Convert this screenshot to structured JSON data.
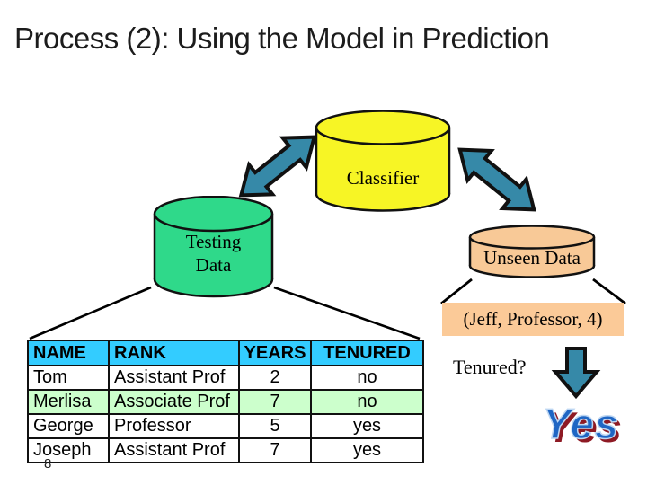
{
  "slide": {
    "title": "Process (2): Using the Model in Prediction",
    "page_number": "8",
    "background": "#ffffff"
  },
  "diagram": {
    "classifier": {
      "label": "Classifier",
      "fill": "#f7f525"
    },
    "testing_data": {
      "label": "Testing Data",
      "fill": "#2fd98a"
    },
    "unseen_data": {
      "label": "Unseen Data",
      "fill": "#f8c997"
    },
    "new_sample": {
      "label": "(Jeff, Professor, 4)",
      "fill": "#fbca98"
    },
    "question_label": "Tenured?",
    "answer_label": "Yes",
    "answer_color": "#1f66c4",
    "arrow_fill": "#3689a8"
  },
  "table": {
    "headers": [
      "NAME",
      "RANK",
      "YEARS",
      "TENURED"
    ],
    "header_bg": "#33ccff",
    "rows": [
      {
        "name": "Tom",
        "rank": "Assistant Prof",
        "years": "2",
        "tenured": "no",
        "bg": "#ffffff"
      },
      {
        "name": "Merlisa",
        "rank": "Associate Prof",
        "years": "7",
        "tenured": "no",
        "bg": "#ccffcc"
      },
      {
        "name": "George",
        "rank": "Professor",
        "years": "5",
        "tenured": "yes",
        "bg": "#ffffff"
      },
      {
        "name": "Joseph",
        "rank": "Assistant Prof",
        "years": "7",
        "tenured": "yes",
        "bg": "#ffffff"
      }
    ]
  }
}
